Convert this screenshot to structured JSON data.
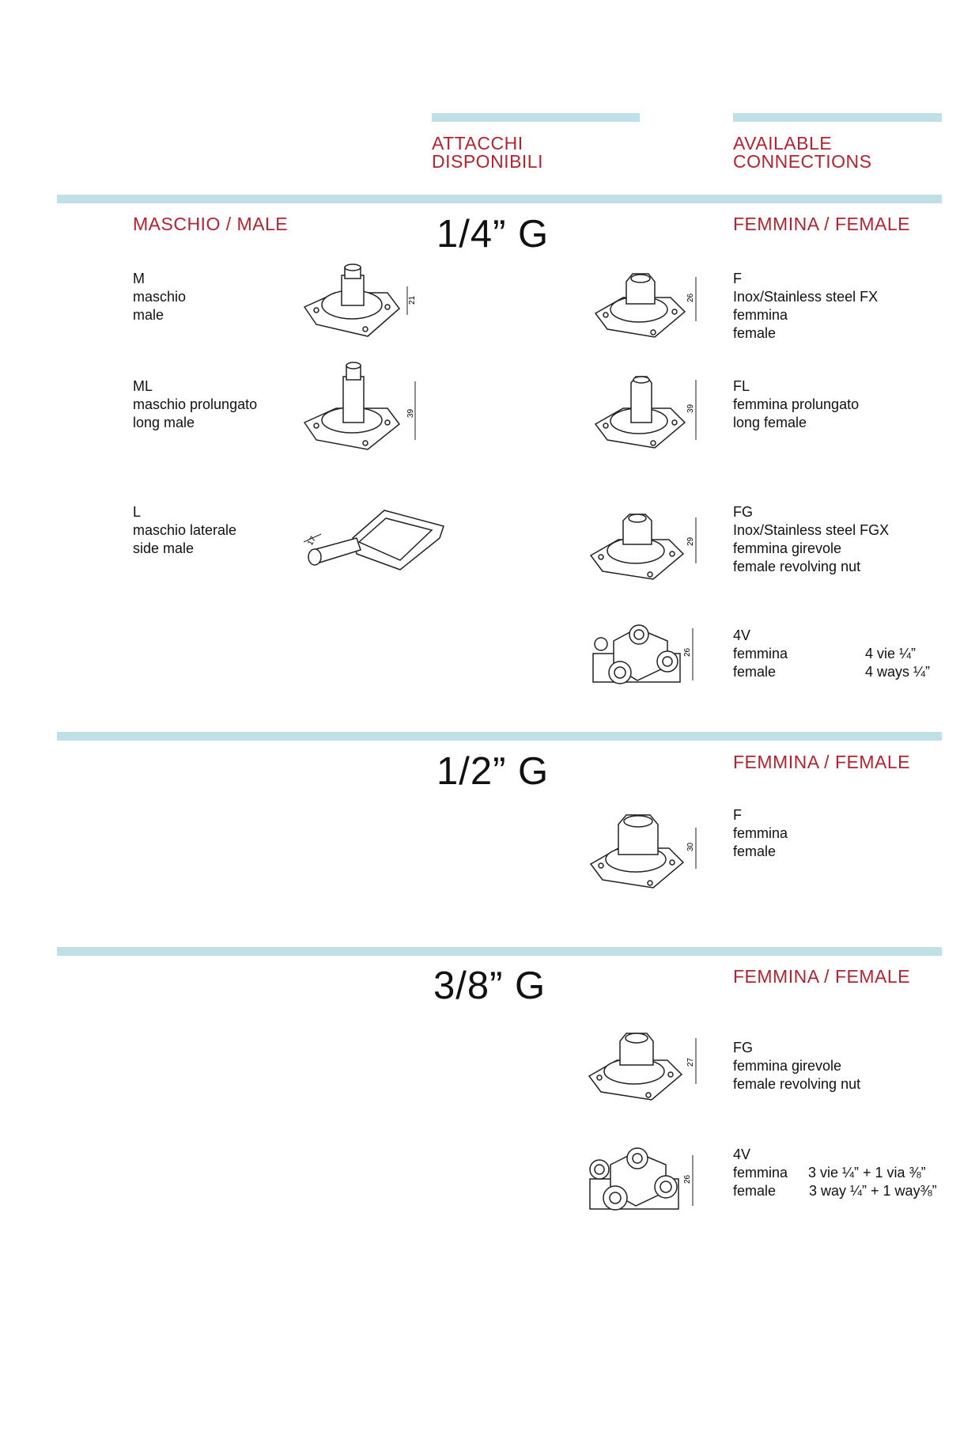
{
  "header": {
    "left_title_line1": "ATTACCHI",
    "left_title_line2": "DISPONIBILI",
    "right_title_line1": "AVAILABLE",
    "right_title_line2": "CONNECTIONS"
  },
  "colors": {
    "accent_red": "#b4232f",
    "bar_blue": "#bfe0e7"
  },
  "sections": [
    {
      "size": "1/4” G",
      "male_heading": "MASCHIO / MALE",
      "female_heading": "FEMMINA / FEMALE",
      "male_items": [
        {
          "code": "M",
          "lines": [
            "maschio",
            "male"
          ],
          "dim": "21"
        },
        {
          "code": "ML",
          "lines": [
            "maschio prolungato",
            "long male"
          ],
          "dim": "39"
        },
        {
          "code": "L",
          "lines": [
            "maschio laterale",
            "side male"
          ],
          "dim": "17"
        }
      ],
      "female_items": [
        {
          "code": "F",
          "lines": [
            "Inox/Stainless steel FX",
            "femmina",
            "female"
          ],
          "dim": "26"
        },
        {
          "code": "FL",
          "lines": [
            "femmina prolungato",
            "long female"
          ],
          "dim": "39"
        },
        {
          "code": "FG",
          "lines": [
            "Inox/Stainless steel FGX",
            "femmina girevole",
            "female revolving nut"
          ],
          "dim": "29"
        },
        {
          "code": "4V",
          "lines": [
            "femmina",
            "female"
          ],
          "extra": [
            "4 vie ¼”",
            "4 ways ¼”"
          ],
          "dim": "26"
        }
      ]
    },
    {
      "size": "1/2” G",
      "female_heading": "FEMMINA / FEMALE",
      "female_items": [
        {
          "code": "F",
          "lines": [
            "femmina",
            "female"
          ],
          "dim": "30"
        }
      ]
    },
    {
      "size": "3/8” G",
      "female_heading": "FEMMINA / FEMALE",
      "female_items": [
        {
          "code": "FG",
          "lines": [
            "femmina girevole",
            "female revolving nut"
          ],
          "dim": "27"
        },
        {
          "code": "4V",
          "lines": [
            "femmina",
            "female"
          ],
          "extra": [
            "3 vie ¼” + 1 via ⅜”",
            "3 way ¼” + 1 way⅜”"
          ],
          "dim": "26"
        }
      ]
    }
  ]
}
